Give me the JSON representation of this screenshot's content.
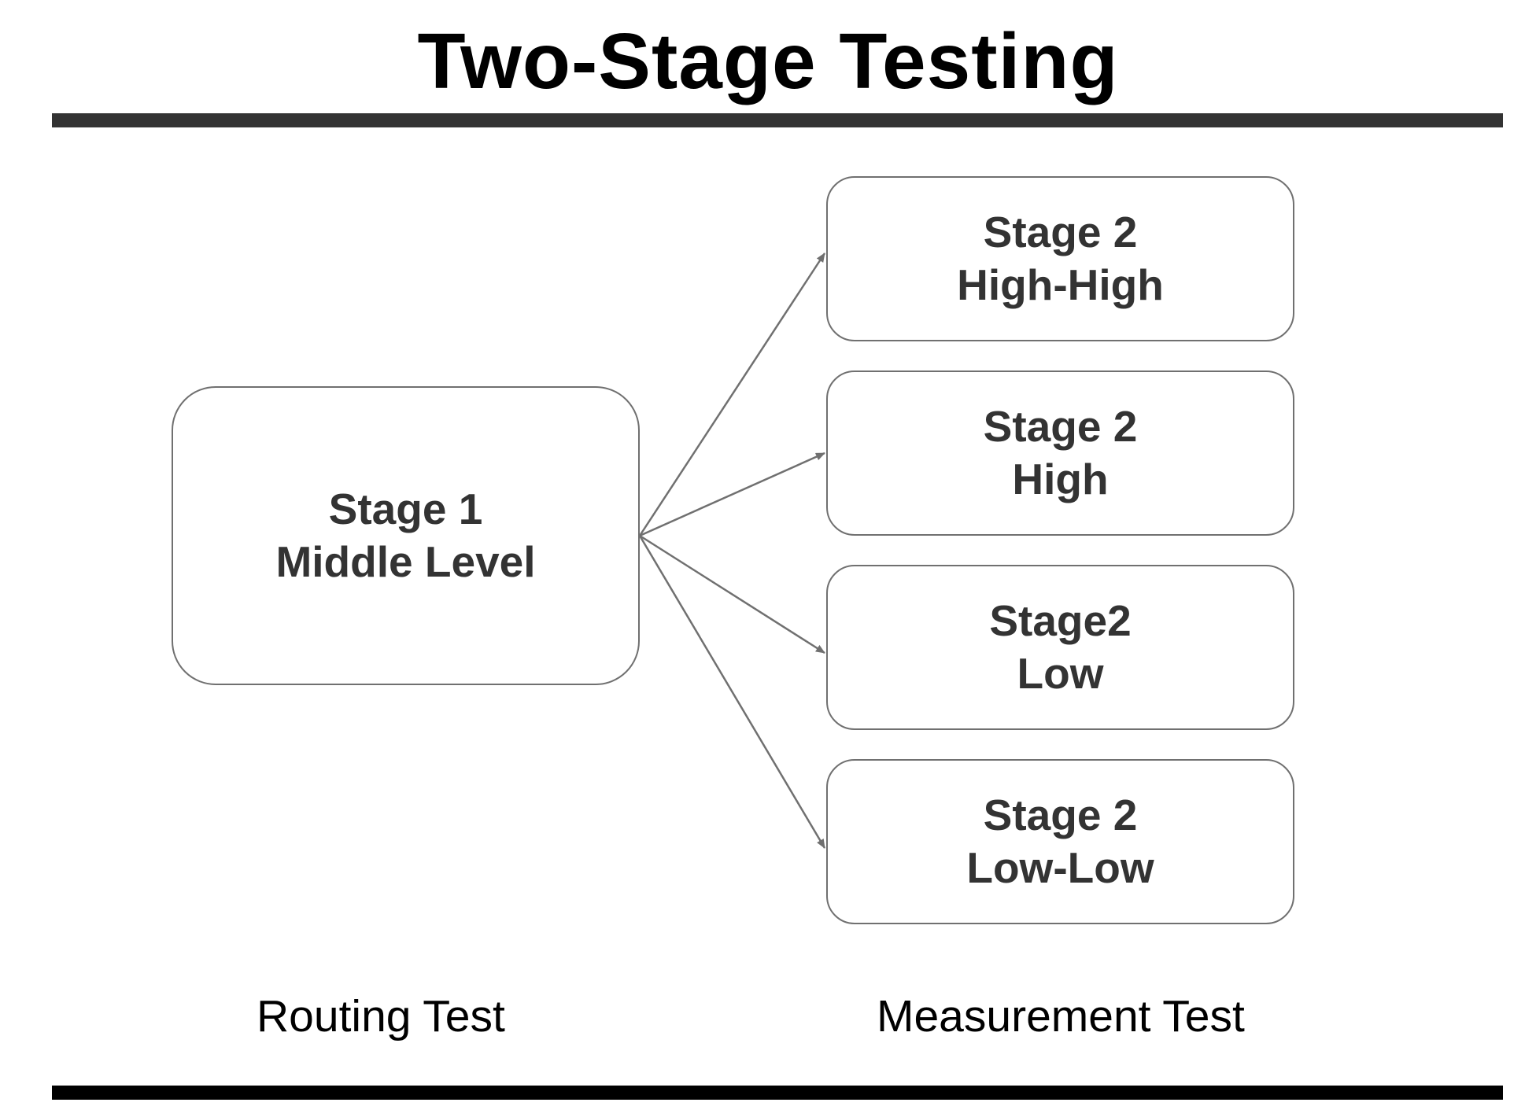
{
  "title": "Two-Stage Testing",
  "stage1": {
    "line1": "Stage 1",
    "line2": "Middle Level"
  },
  "stage2_modules": [
    {
      "line1": "Stage 2",
      "line2": "High-High"
    },
    {
      "line1": "Stage 2",
      "line2": "High"
    },
    {
      "line1": "Stage2",
      "line2": "Low"
    },
    {
      "line1": "Stage 2",
      "line2": "Low-Low"
    }
  ],
  "captions": {
    "routing": "Routing Test",
    "measurement": "Measurement Test"
  },
  "colors": {
    "connector": "#707070",
    "node_text": "#333333",
    "node_border": "#707070"
  }
}
